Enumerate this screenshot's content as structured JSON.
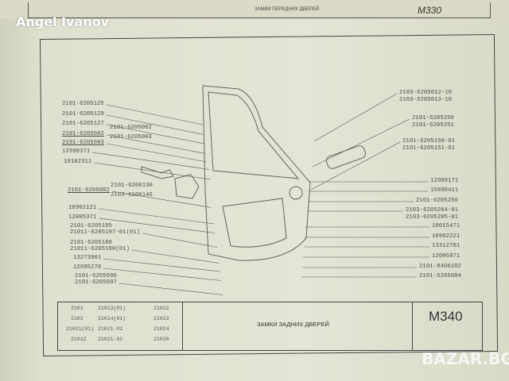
{
  "watermark": "Angel Ivanov",
  "logo": "BAZAR.BG",
  "previous_page": {
    "title": "ЗАМКИ ПЕРЕДНИХ ДВЕРЕЙ",
    "code": "М330"
  },
  "left_labels": [
    "2101-6205125",
    "2101-6205129",
    "2101-6205127",
    "2101-6205082",
    "2101-6205083",
    "2101-6205002",
    "2101-6205003",
    "12598371",
    "10102311",
    "2101-6206082",
    "2101-6206130",
    "2103-6106146",
    "10902121",
    "12005371",
    "2101-6205195",
    "21011-6205197-01(01)",
    "2101-6205180",
    "21011-6205180(01)",
    "13273901",
    "12695270",
    "2101-6205096",
    "2101-6205097"
  ],
  "right_labels": [
    "2103-6205012-10",
    "2103-6205013-10",
    "2101-6205250",
    "2101-6205251",
    "2101-6205150-01",
    "2101-6205151-01",
    "12009171",
    "15890411",
    "2101-6205256",
    "2103-6205204-01",
    "2103-6205205-01",
    "10015471",
    "10902221",
    "13312701",
    "12006871",
    "2101-8406102",
    "2101-6205084"
  ],
  "footer": {
    "models": [
      "2101",
      "21013(01)",
      "21022",
      "2102",
      "21014(01)",
      "21023",
      "21011(01)",
      "21021-01",
      "21024",
      "21012",
      "21021-02",
      "21026"
    ],
    "title": "ЗАМКИ ЗАДНИХ ДВЕРЕЙ",
    "code": "М340"
  }
}
